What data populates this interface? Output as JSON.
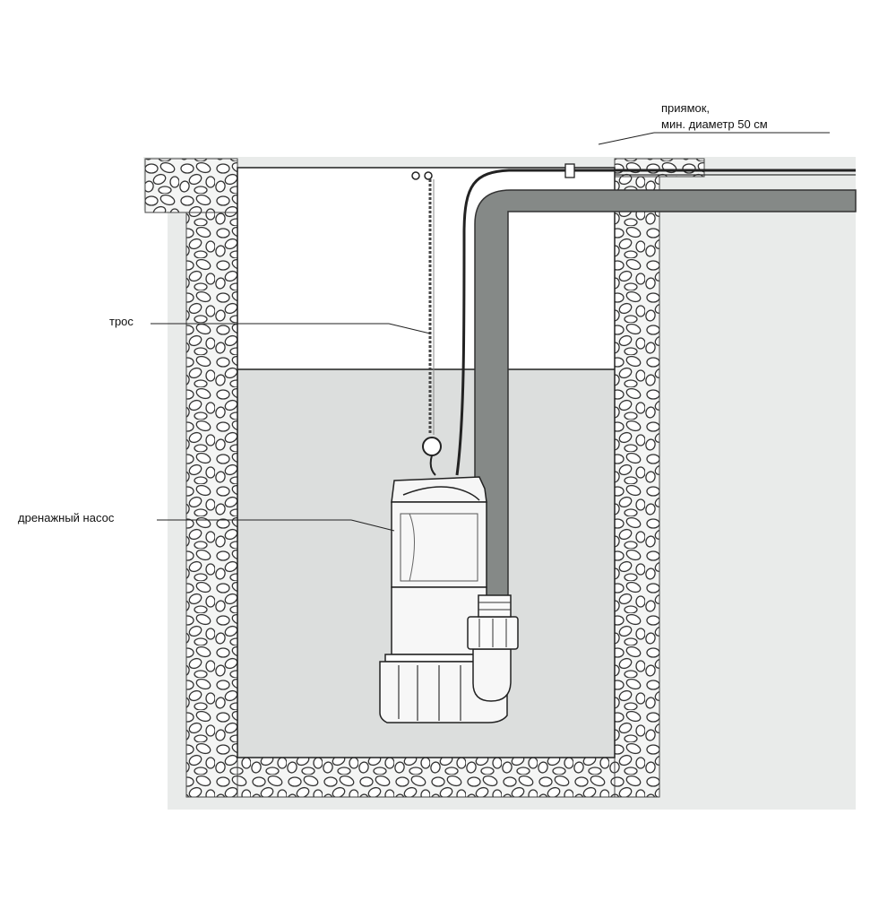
{
  "labels": {
    "rope": "трос",
    "pump": "дренажный насос",
    "pit_line1": "приямок,",
    "pit_line2": "мин. диаметр 50 см"
  },
  "colors": {
    "ground": "#e9ebea",
    "water": "#dcdedd",
    "pipe": "#858987",
    "stone_stroke": "#333333",
    "line": "#222222"
  }
}
